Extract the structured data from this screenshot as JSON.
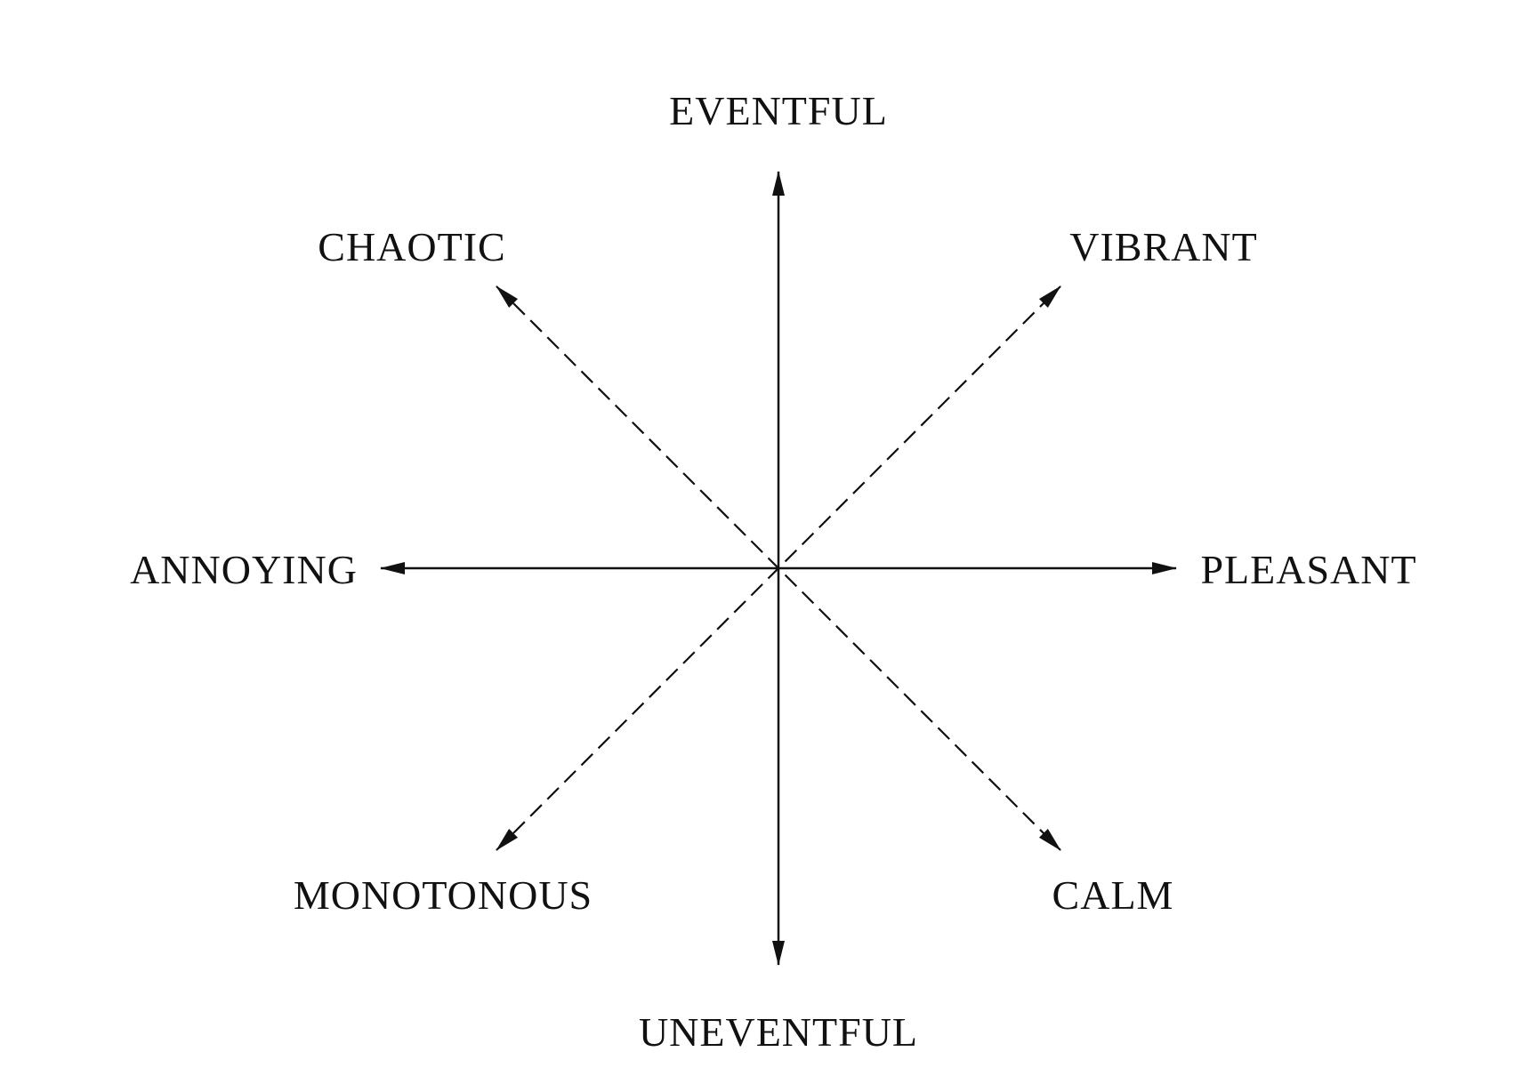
{
  "diagram": {
    "labels": {
      "eventful": "EVENTFUL",
      "uneventful": "UNEVENTFUL",
      "annoying": "ANNOYING",
      "pleasant": "PLEASANT",
      "chaotic": "CHAOTIC",
      "vibrant": "VIBRANT",
      "monotonous": "MONOTONOUS",
      "calm": "CALM"
    },
    "line_color": "#111111",
    "primary_axes_style": "solid",
    "diagonal_axes_style": "dashed"
  }
}
